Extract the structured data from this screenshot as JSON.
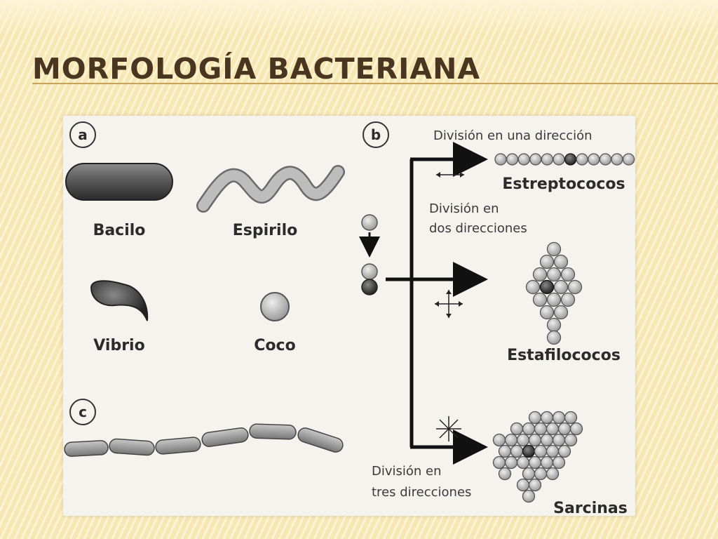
{
  "slide": {
    "title": "Morfología bacteriana"
  },
  "figure": {
    "panel_a": {
      "letter": "a",
      "shapes": [
        {
          "id": "bacilo",
          "label": "Bacilo"
        },
        {
          "id": "espirilo",
          "label": "Espirilo"
        },
        {
          "id": "vibrio",
          "label": "Vibrio"
        },
        {
          "id": "coco",
          "label": "Coco"
        }
      ]
    },
    "panel_b": {
      "letter": "b",
      "division_one": "División en una dirección",
      "division_two_line1": "División en",
      "division_two_line2": "dos direcciones",
      "division_three_line1": "División en",
      "division_three_line2": "tres direcciones",
      "results": [
        "Estreptococos",
        "Estafilococos",
        "Sarcinas"
      ]
    },
    "panel_c": {
      "letter": "c"
    }
  }
}
